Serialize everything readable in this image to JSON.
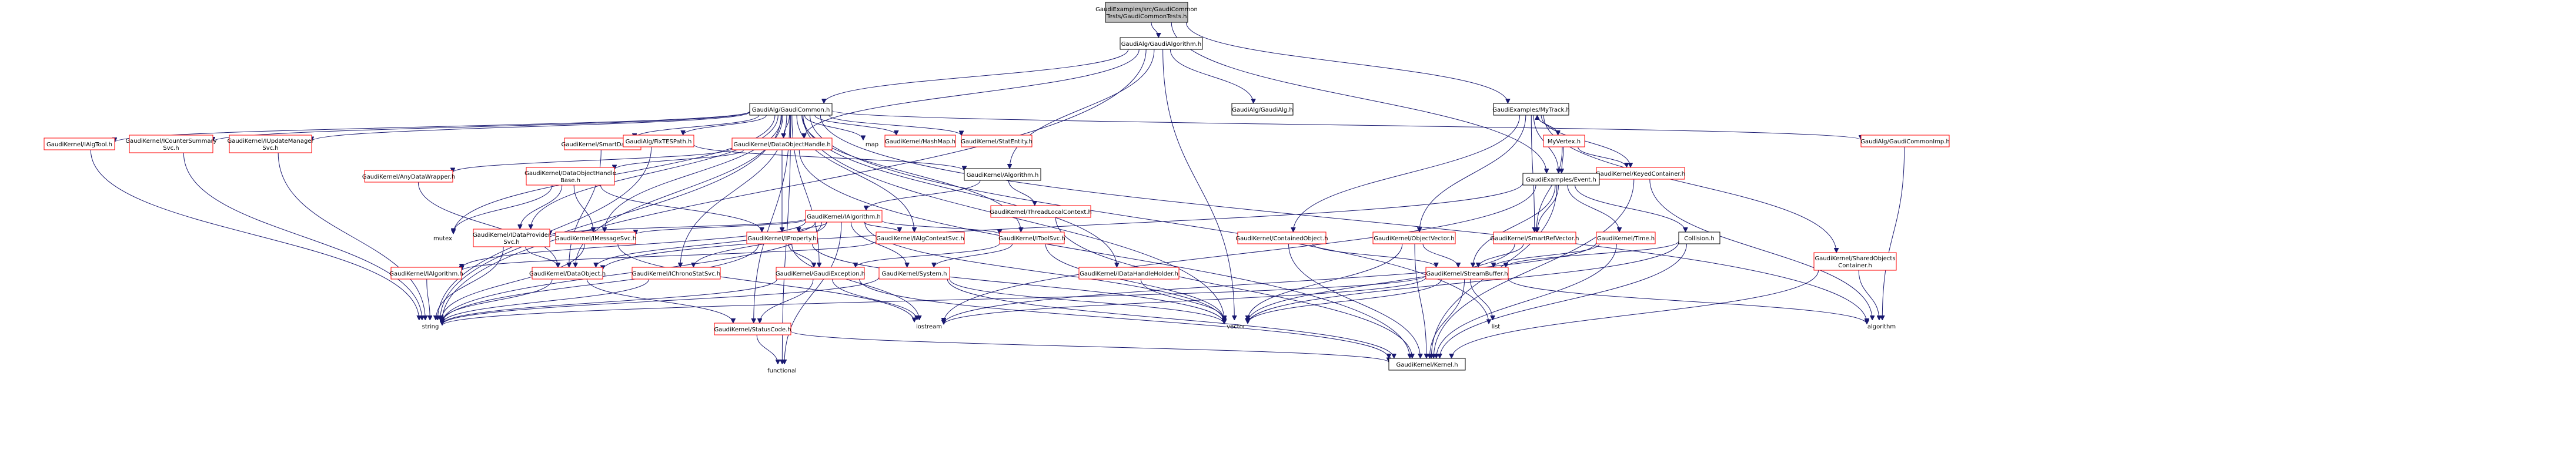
{
  "graph": {
    "root": "GaudiExamples/src/GaudiCommonTests/GaudiCommonTests.h",
    "nodes": [
      {
        "id": "root",
        "label": [
          "GaudiExamples/src/GaudiCommon",
          "Tests/GaudiCommonTests.h"
        ],
        "style": "root"
      },
      {
        "id": "ga",
        "label": [
          "GaudiAlg/GaudiAlgorithm.h"
        ],
        "style": "black"
      },
      {
        "id": "mytrack",
        "label": [
          "GaudiExamples/MyTrack.h"
        ],
        "style": "black"
      },
      {
        "id": "gc",
        "label": [
          "GaudiAlg/GaudiCommon.h"
        ],
        "style": "black"
      },
      {
        "id": "gaudialg",
        "label": [
          "GaudiAlg/GaudiAlg.h"
        ],
        "style": "black"
      },
      {
        "id": "itool",
        "label": [
          "GaudiKernel/IAlgTool.h"
        ],
        "style": "red"
      },
      {
        "id": "icountersum",
        "label": [
          "GaudiKernel/ICounterSummary",
          "Svc.h"
        ],
        "style": "red"
      },
      {
        "id": "iupdmgr",
        "label": [
          "GaudiKernel/IUpdateManager",
          "Svc.h"
        ],
        "style": "red"
      },
      {
        "id": "anydata",
        "label": [
          "GaudiKernel/AnyDataWrapper.h"
        ],
        "style": "red"
      },
      {
        "id": "smartdataptr",
        "label": [
          "GaudiKernel/SmartDataPtr.h"
        ],
        "style": "red"
      },
      {
        "id": "fixtes",
        "label": [
          "GaudiAlg/FixTESPath.h"
        ],
        "style": "red"
      },
      {
        "id": "dataobjhandle",
        "label": [
          "GaudiKernel/DataObjectHandle.h"
        ],
        "style": "red"
      },
      {
        "id": "map",
        "label": [
          "map"
        ],
        "style": "plain"
      },
      {
        "id": "hashmap",
        "label": [
          "GaudiKernel/HashMap.h"
        ],
        "style": "red"
      },
      {
        "id": "statentity",
        "label": [
          "GaudiKernel/StatEntity.h"
        ],
        "style": "red"
      },
      {
        "id": "algorithm_h",
        "label": [
          "GaudiKernel/Algorithm.h"
        ],
        "style": "black"
      },
      {
        "id": "gcimp",
        "label": [
          "GaudiAlg/GaudiCommonImp.h"
        ],
        "style": "red"
      },
      {
        "id": "myvertex",
        "label": [
          "MyVertex.h"
        ],
        "style": "red"
      },
      {
        "id": "keyedcont",
        "label": [
          "GaudiKernel/KeyedContainer.h"
        ],
        "style": "red"
      },
      {
        "id": "event",
        "label": [
          "GaudiExamples/Event.h"
        ],
        "style": "black"
      },
      {
        "id": "dohbase",
        "label": [
          "GaudiKernel/DataObjectHandle",
          "Base.h"
        ],
        "style": "red"
      },
      {
        "id": "threadlocal",
        "label": [
          "GaudiKernel/ThreadLocalContext.h"
        ],
        "style": "red"
      },
      {
        "id": "ialgorithm2",
        "label": [
          "GaudiKernel/IAlgorithm.h"
        ],
        "style": "red"
      },
      {
        "id": "mutex",
        "label": [
          "mutex"
        ],
        "style": "plain"
      },
      {
        "id": "idataprov",
        "label": [
          "GaudiKernel/IDataProvider",
          "Svc.h"
        ],
        "style": "red"
      },
      {
        "id": "imsgsvc",
        "label": [
          "GaudiKernel/IMessageSvc.h"
        ],
        "style": "red"
      },
      {
        "id": "iproperty",
        "label": [
          "GaudiKernel/IProperty.h"
        ],
        "style": "red"
      },
      {
        "id": "ialgctx",
        "label": [
          "GaudiKernel/IAlgContextSvc.h"
        ],
        "style": "red"
      },
      {
        "id": "itoolsvc",
        "label": [
          "GaudiKernel/IToolSvc.h"
        ],
        "style": "red"
      },
      {
        "id": "contobj",
        "label": [
          "GaudiKernel/ContainedObject.h"
        ],
        "style": "red"
      },
      {
        "id": "objvec",
        "label": [
          "GaudiKernel/ObjectVector.h"
        ],
        "style": "red"
      },
      {
        "id": "smartrefvec",
        "label": [
          "GaudiKernel/SmartRefVector.h"
        ],
        "style": "red"
      },
      {
        "id": "time",
        "label": [
          "GaudiKernel/Time.h"
        ],
        "style": "red"
      },
      {
        "id": "collision",
        "label": [
          "Collision.h"
        ],
        "style": "black"
      },
      {
        "id": "sharedobj",
        "label": [
          "GaudiKernel/SharedObjects",
          "Container.h"
        ],
        "style": "red"
      },
      {
        "id": "ialgorithm",
        "label": [
          "GaudiKernel/IAlgorithm.h"
        ],
        "style": "red"
      },
      {
        "id": "dataobject",
        "label": [
          "GaudiKernel/DataObject.h"
        ],
        "style": "red"
      },
      {
        "id": "ichrono",
        "label": [
          "GaudiKernel/IChronoStatSvc.h"
        ],
        "style": "red"
      },
      {
        "id": "gaudiexc",
        "label": [
          "GaudiKernel/GaudiException.h"
        ],
        "style": "red"
      },
      {
        "id": "system",
        "label": [
          "GaudiKernel/System.h"
        ],
        "style": "red"
      },
      {
        "id": "idatahandleholder",
        "label": [
          "GaudiKernel/IDataHandleHolder.h"
        ],
        "style": "red"
      },
      {
        "id": "streambuffer",
        "label": [
          "GaudiKernel/StreamBuffer.h"
        ],
        "style": "red"
      },
      {
        "id": "string",
        "label": [
          "string"
        ],
        "style": "plain"
      },
      {
        "id": "statuscode",
        "label": [
          "GaudiKernel/StatusCode.h"
        ],
        "style": "red"
      },
      {
        "id": "iostream",
        "label": [
          "iostream"
        ],
        "style": "plain"
      },
      {
        "id": "vector",
        "label": [
          "vector"
        ],
        "style": "plain"
      },
      {
        "id": "list",
        "label": [
          "list"
        ],
        "style": "plain"
      },
      {
        "id": "algorithm_std",
        "label": [
          "algorithm"
        ],
        "style": "plain"
      },
      {
        "id": "functional",
        "label": [
          "functional"
        ],
        "style": "plain"
      },
      {
        "id": "kernel",
        "label": [
          "GaudiKernel/Kernel.h"
        ],
        "style": "black"
      }
    ]
  }
}
